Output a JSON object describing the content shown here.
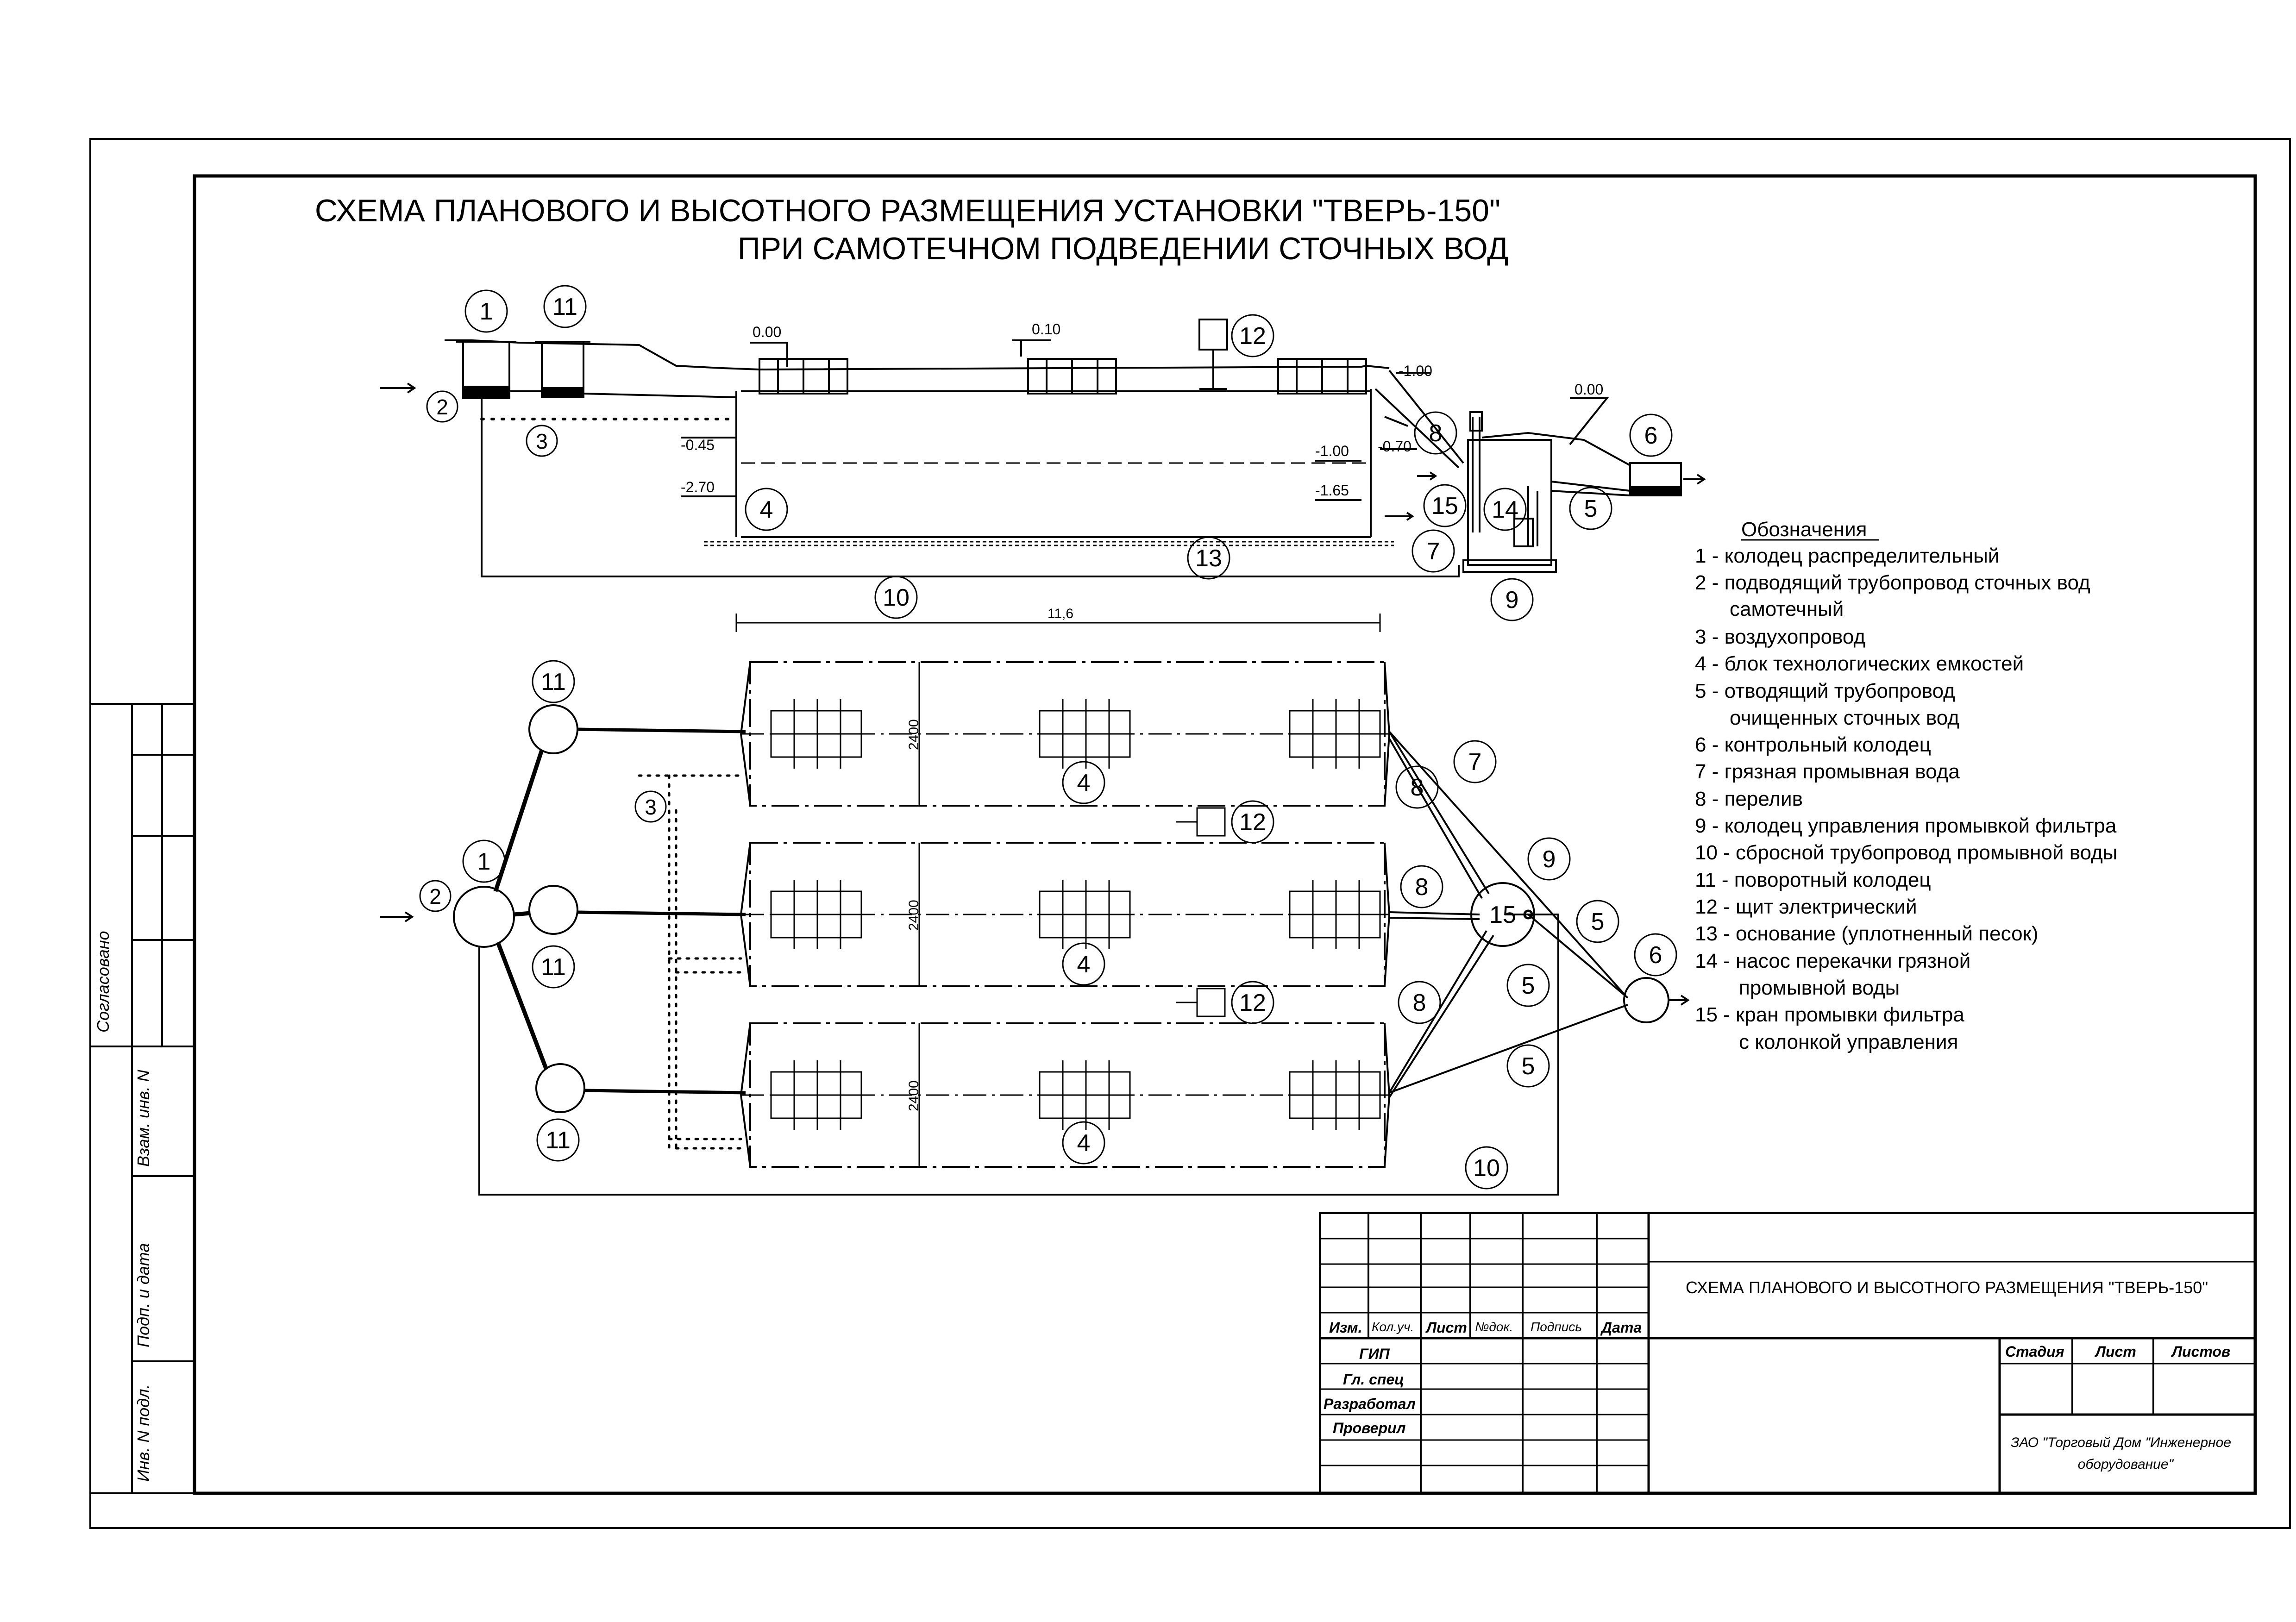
{
  "title": {
    "line1": "СХЕМА ПЛАНОВОГО И ВЫСОТНОГО РАЗМЕЩЕНИЯ УСТАНОВКИ  \"ТВЕРЬ-150\"",
    "line2": "ПРИ САМОТЕЧНОМ ПОДВЕДЕНИИ СТОЧНЫХ ВОД"
  },
  "section": {
    "levels": [
      "0.00",
      "0.10",
      "-1.00",
      "0.00",
      "-0.45",
      "-2.70",
      "-1.00",
      "-0.70",
      "-1.65"
    ],
    "dimension": "11,6"
  },
  "plan": {
    "width_dims": [
      "2400",
      "2400",
      "2400"
    ]
  },
  "callouts": [
    "1",
    "2",
    "3",
    "4",
    "5",
    "6",
    "7",
    "8",
    "9",
    "10",
    "11",
    "12",
    "13",
    "14",
    "15"
  ],
  "legend": {
    "heading": "Обозначения",
    "items": [
      "1 - колодец распределительный",
      "2 - подводящий трубопровод сточных вод",
      "самотечный",
      "3 - воздухопровод",
      "4 - блок технологических емкостей",
      "5 - отводящий трубопровод",
      "очищенных сточных вод",
      "6 - контрольный колодец",
      "7 - грязная промывная вода",
      "8 - перелив",
      "9 - колодец управления промывкой фильтра",
      "10 - сбросной трубопровод промывной воды",
      "11 - поворотный колодец",
      "12 - щит электрический",
      "13 - основание (уплотненный песок)",
      "14 - насос перекачки грязной",
      "промывной воды",
      "15 - кран промывки фильтра",
      "с колонкой управления"
    ]
  },
  "side_stamp": {
    "soglasovano": "Согласовано",
    "vzam": "Взам. инв. N",
    "podp": "Подп. и дата",
    "inv": "Инв. N подл."
  },
  "title_block": {
    "izm": "Изм.",
    "kolvo": "Кол.уч.",
    "list": "Лист",
    "ndok": "№док.",
    "podpis": "Подпись",
    "data": "Дата",
    "gip": "ГИП",
    "glspec": "Гл. спец",
    "razrab": "Разработал",
    "prover": "Проверил",
    "drawing_title": "СХЕМА ПЛАНОВОГО И ВЫСОТНОГО РАЗМЕЩЕНИЯ \"ТВЕРЬ-150\"",
    "stadiya": "Стадия",
    "list2": "Лист",
    "listov": "Листов",
    "company_line1": "ЗАО \"Торговый Дом \"Инженерное",
    "company_line2": "оборудование\""
  }
}
